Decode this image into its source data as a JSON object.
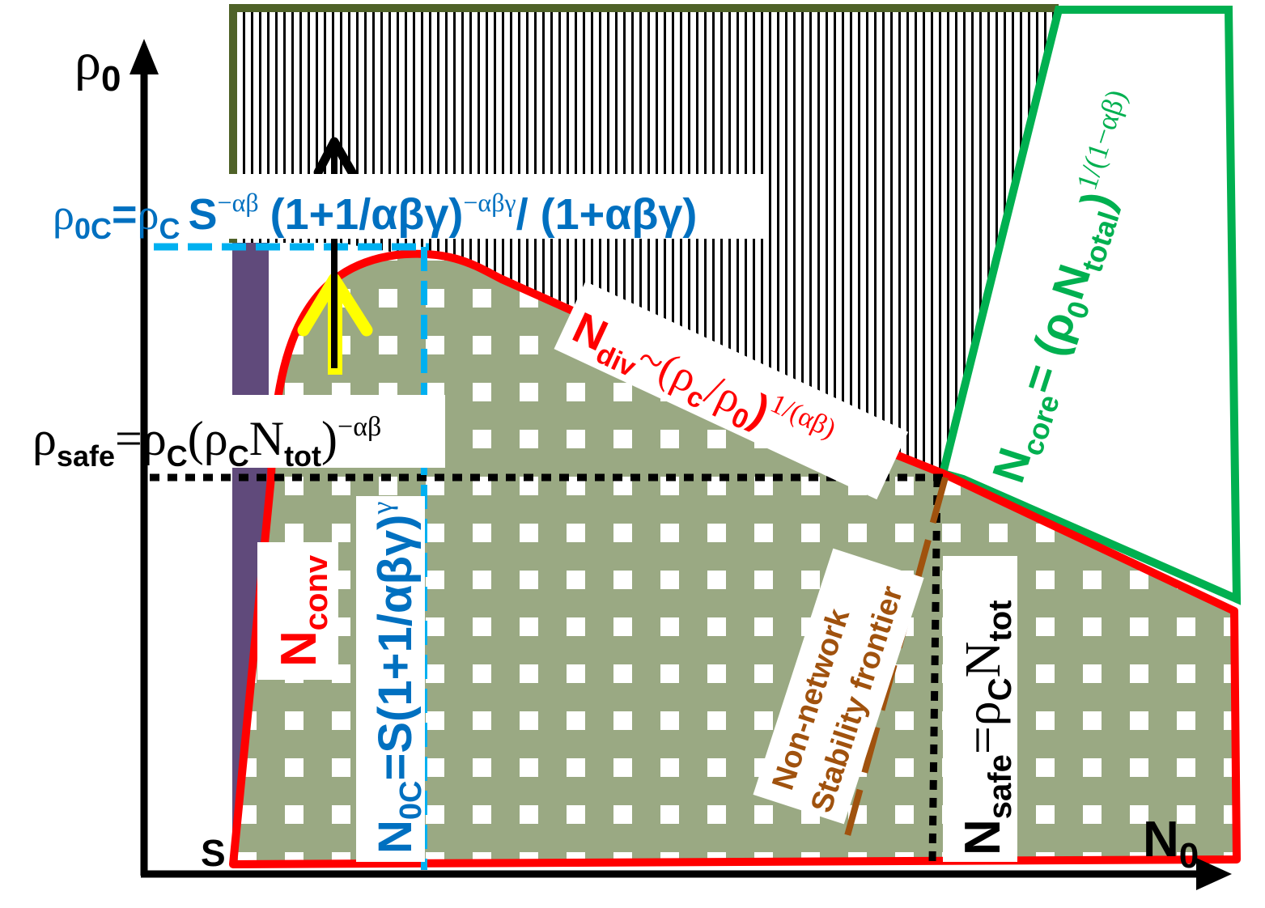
{
  "colors": {
    "olive_frame": "#4f6228",
    "feasible_fill": "#9aa983",
    "purple_region": "#604a7b",
    "red_boundary": "#ff0000",
    "green_boundary": "#00b050",
    "blue_labels": "#0070c0",
    "light_blue_dashes": "#00b0f0",
    "brown_frontier": "#a0520e",
    "yellow_arrow": "#ffff00",
    "axis": "#000000"
  },
  "axes": {
    "y_label_main": "ρ",
    "y_label_sub": "0",
    "x_label_main": "N",
    "x_label_sub": "0",
    "origin_label": "S"
  },
  "labels": {
    "rho0c": {
      "rho": "ρ",
      "sub_0c": "0C",
      "eq": "=",
      "rho_c": "ρ",
      "sub_c": "C",
      "s_term": "S",
      "exp1": "−αβ",
      "paren": "(1+1/αβγ)",
      "exp2": "−αβγ",
      "tail": "/ (1+αβγ)"
    },
    "rho_safe": {
      "rho": "ρ",
      "sub_safe": "safe",
      "eq": "=ρ",
      "sub_c1": "C",
      "paren_open": "(ρ",
      "sub_c2": "C",
      "n": "N",
      "sub_tot": "tot",
      "paren_close": ")",
      "exp": "−αβ"
    },
    "n_div": {
      "n": "N",
      "sub_div": "div",
      "tilde": "~(ρ",
      "sub_c": "c",
      "slash": "/ρ",
      "sub_0": "0",
      "close": ")",
      "exp": "1/(αβ)"
    },
    "n_core": {
      "n": "N",
      "sub_core": "core",
      "eq": "= (ρ",
      "sub_0": "0",
      "n2": "N",
      "sub_total": "total",
      "close": ")",
      "exp": "1/(1−αβ)"
    },
    "n_conv": {
      "n": "N",
      "sub_conv": "conv"
    },
    "n_0c": {
      "n": "N",
      "sub_0c": "0C",
      "rest": "=S(1+1/αβγ)",
      "exp": "γ"
    },
    "n_safe": {
      "n": "N",
      "sub_safe": "safe",
      "eq": "=ρ",
      "sub_c": "C",
      "n2": "N",
      "sub_tot": "tot"
    },
    "frontier": {
      "line1": "Non-network",
      "line2": "Stability frontier"
    }
  }
}
